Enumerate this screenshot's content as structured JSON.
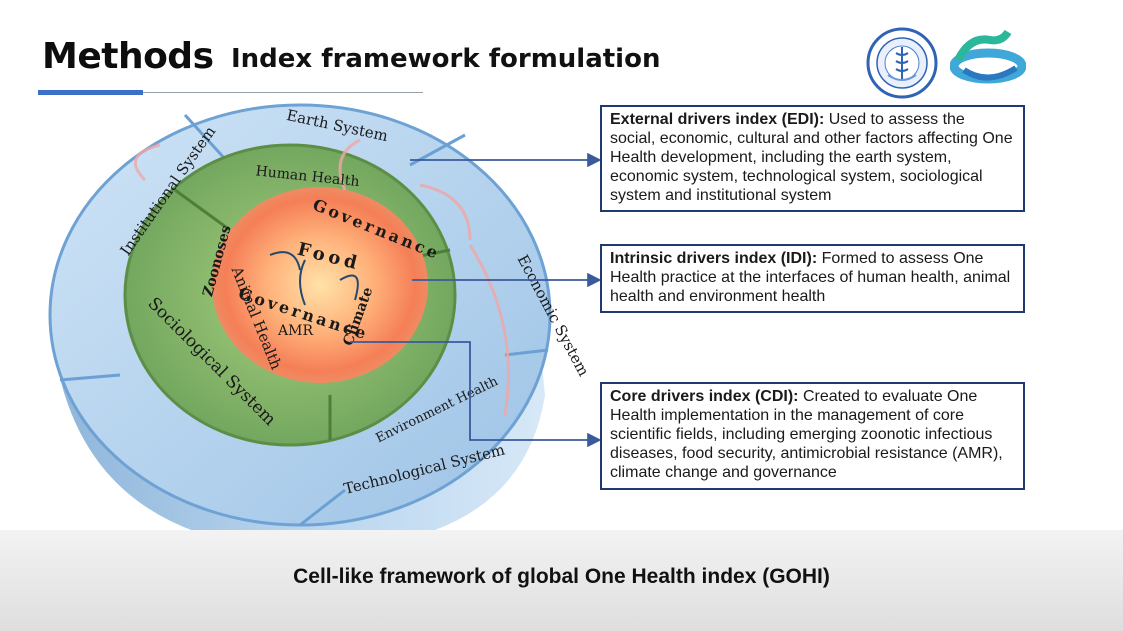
{
  "header": {
    "title": "Methods",
    "subtitle": "Index framework formulation"
  },
  "diagram": {
    "outer_ring": [
      "Earth System",
      "Economic System",
      "Technological System",
      "Sociological System",
      "Institutional System"
    ],
    "middle_ring": [
      "Human Health",
      "Animal Health",
      "Environment Health"
    ],
    "core": {
      "top_label": "Governance",
      "bottom_label": "Governance",
      "items": [
        "Food",
        "Zoonoses",
        "AMR",
        "Climate"
      ]
    },
    "colors": {
      "outer": "#a9cbe8",
      "middle": "#7fb06a",
      "core": "#f79a62",
      "box_border": "#1f3a6e",
      "connector": "#3a5a9c"
    }
  },
  "boxes": {
    "edi": {
      "heading": "External drivers index (EDI):",
      "text": "Used to assess the social, economic, cultural and other factors affecting One Health development, including the earth system, economic system, technological system, sociological system and institutional system"
    },
    "idi": {
      "heading": "Intrinsic drivers index (IDI):",
      "text": "Formed to assess One Health practice at the interfaces of human health, animal health and environment health"
    },
    "cdi": {
      "heading": "Core drivers index (CDI):",
      "text": "Created to evaluate One Health implementation in the management of core scientific fields, including emerging zoonotic infectious diseases, food security, antimicrobial resistance (AMR), climate change and governance"
    }
  },
  "caption": "Cell-like framework of global One Health index (GOHI)",
  "logos": [
    "seal-logo-icon",
    "one-health-ribbon-icon"
  ]
}
